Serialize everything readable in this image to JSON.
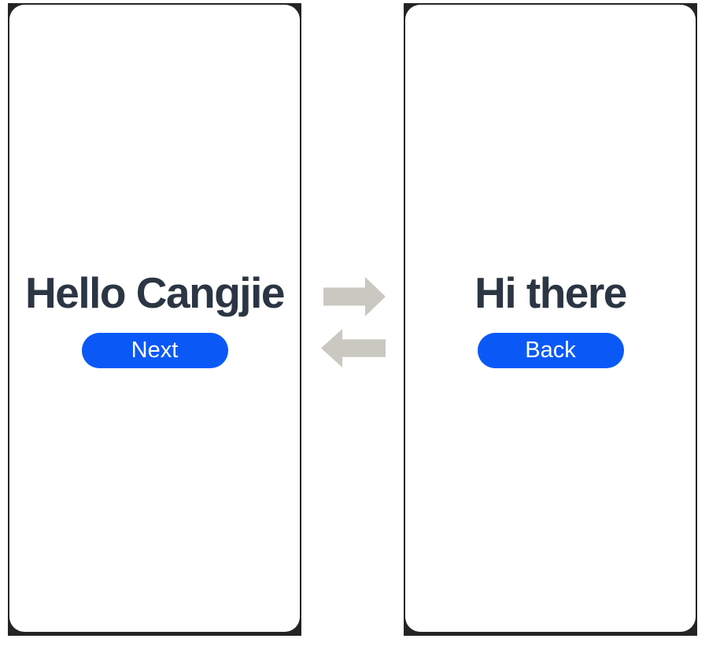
{
  "left_screen": {
    "title": "Hello Cangjie",
    "button_label": "Next"
  },
  "right_screen": {
    "title": "Hi there",
    "button_label": "Back"
  },
  "arrows": {
    "forward_icon": "right-arrow",
    "backward_icon": "left-arrow"
  },
  "colors": {
    "accent": "#0A59F7",
    "button_text": "#FFFFFF",
    "heading": "#2B3543",
    "arrow": "#C9C9C2",
    "frame": "#242424",
    "screen_background": "#FFFFFF"
  }
}
